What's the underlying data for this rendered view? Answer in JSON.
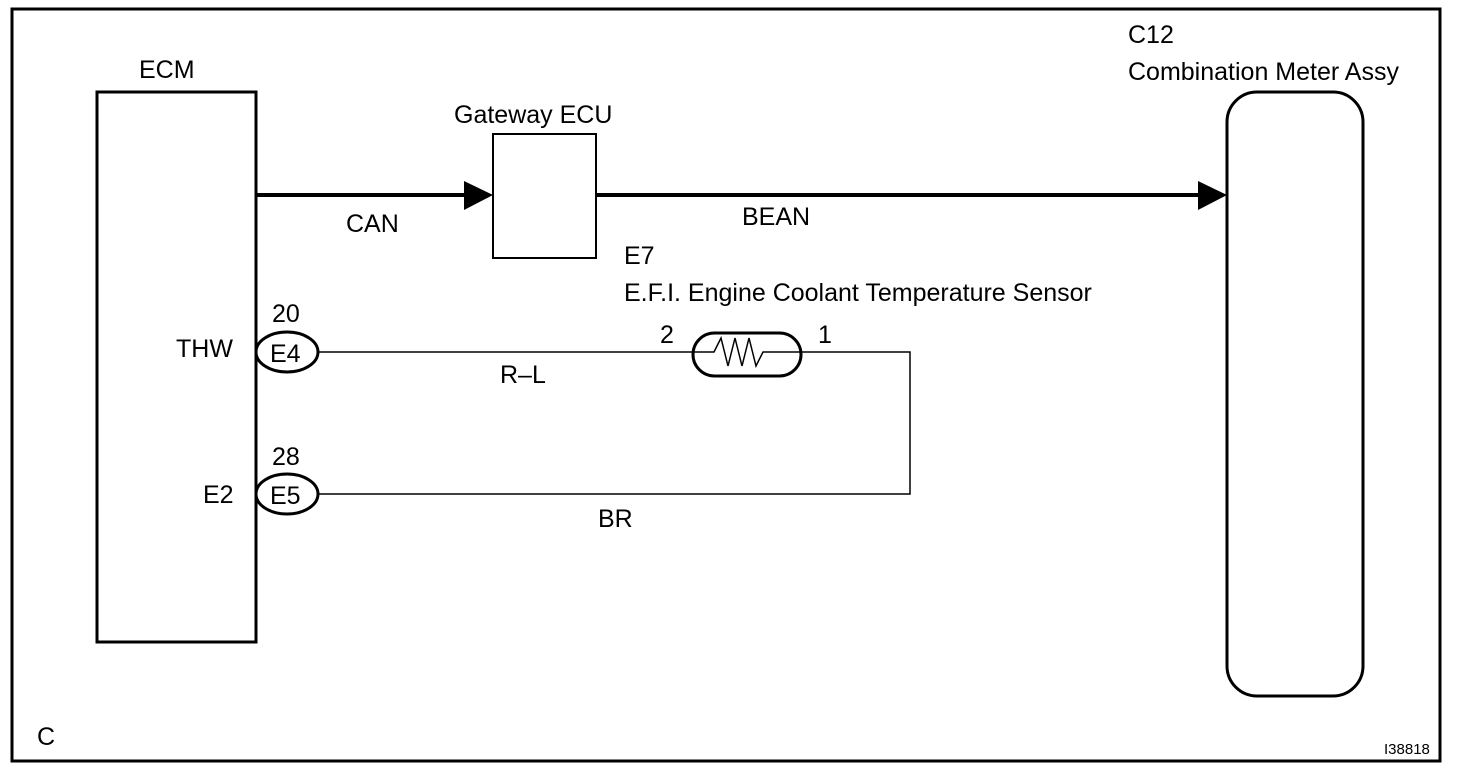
{
  "diagram": {
    "figure_code": "C",
    "figure_id": "I38818",
    "components": {
      "ecm": {
        "label": "ECM"
      },
      "gateway": {
        "label": "Gateway ECU"
      },
      "meter": {
        "code": "C12",
        "label": "Combination Meter Assy"
      },
      "sensor": {
        "code": "E7",
        "label": "E.F.I. Engine Coolant Temperature Sensor",
        "pin_left": "2",
        "pin_right": "1"
      }
    },
    "buses": {
      "can": "CAN",
      "bean": "BEAN"
    },
    "ecm_terminals": [
      {
        "signal": "THW",
        "pin": "20",
        "connector": "E4",
        "wire_color": "R–L"
      },
      {
        "signal": "E2",
        "pin": "28",
        "connector": "E5",
        "wire_color": "BR"
      }
    ]
  }
}
